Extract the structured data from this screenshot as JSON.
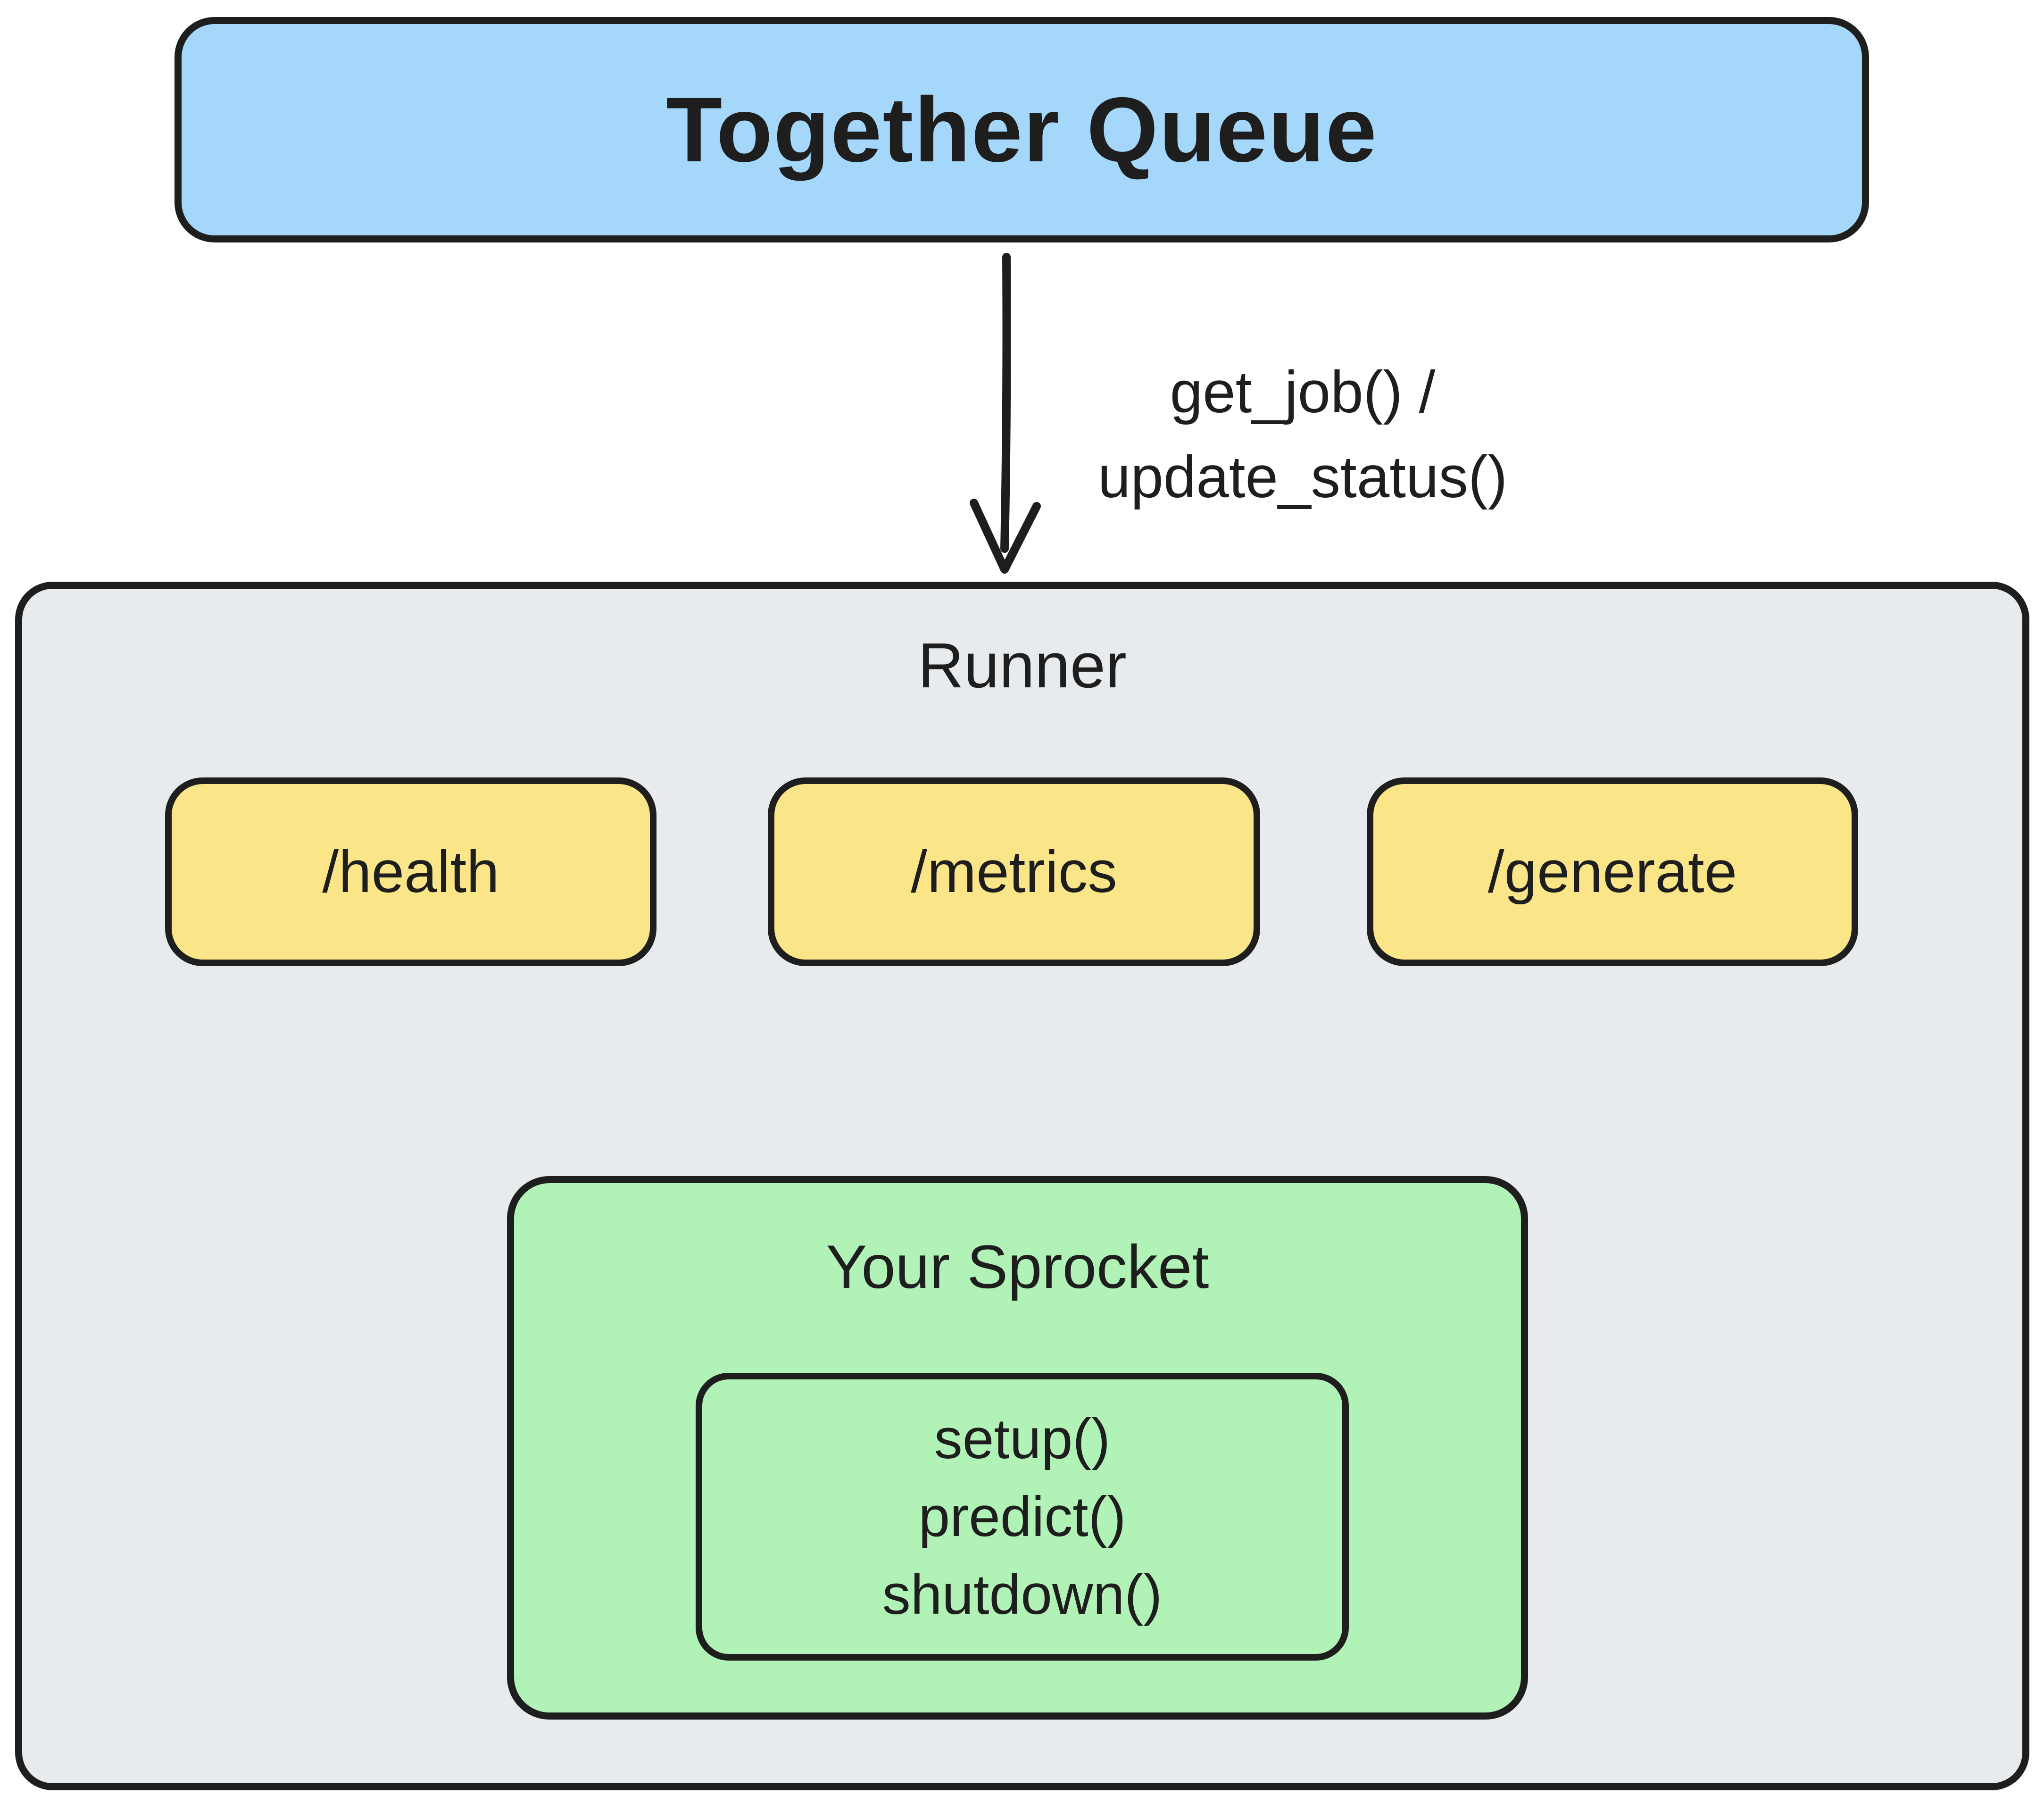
{
  "queue": {
    "label": "Together Queue"
  },
  "queue_to_runner": {
    "label_line1": "get_job() /",
    "label_line2": "update_status()"
  },
  "runner": {
    "label": "Runner",
    "endpoints": [
      {
        "label": "/health"
      },
      {
        "label": "/metrics"
      },
      {
        "label": "/generate"
      }
    ],
    "sprocket": {
      "label": "Your Sprocket",
      "methods": [
        "setup()",
        "predict()",
        "shutdown()"
      ]
    }
  },
  "icons": {
    "queue_to_runner_arrow": "down-arrow",
    "metrics_to_sprocket_arrow": "down-arrow"
  },
  "colors": {
    "background": "#ffffff",
    "stroke": "#1e1e1e",
    "queue-fill": "#a4d7fa",
    "runner-fill": "#e8ebee",
    "endpoint-fill": "#fae588",
    "sprocket-fill": "#b1f2b6"
  }
}
